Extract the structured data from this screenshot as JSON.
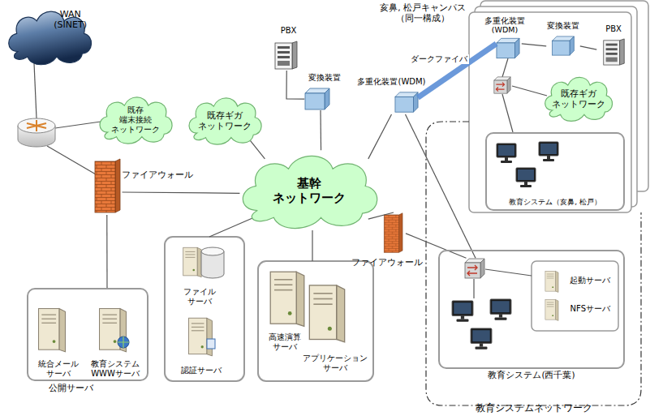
{
  "diagram": {
    "nodes": [
      {
        "text": [
          "WAN (SINET)"
        ]
      },
      {
        "text": [
          "既存 端末接続 ネットワーク"
        ]
      },
      {
        "text": [
          "ファイアウォール"
        ]
      },
      {
        "text": [
          "公開サーバ"
        ]
      },
      {
        "text": [
          "統合メール サーバ"
        ],
        "in": 3
      },
      {
        "text": [
          "教育システム WWWサーバ"
        ],
        "in": 3
      },
      {
        "text": [
          "既存ギガ ネットワーク"
        ]
      },
      {
        "text": [
          "PBX"
        ]
      },
      {
        "text": [
          "変換装置"
        ]
      },
      {
        "text": [
          "基幹 ネットワーク"
        ]
      },
      {
        "text": [
          "多重化装置(WDM)"
        ]
      },
      {
        "text": [
          "教育システムネットワーク"
        ]
      },
      {
        "text": [
          "亥鼻, 松戸キャンパス （同一構成）"
        ]
      },
      {
        "text": [
          "多重化装置 (WDM)"
        ],
        "in": 12
      },
      {
        "text": [
          "変換装置"
        ],
        "in": 12
      },
      {
        "text": [
          "PBX"
        ],
        "in": 12
      },
      {
        "text": [
          "既存ギガ ネットワーク"
        ],
        "in": 12
      },
      {
        "text": [
          "教育システム（亥鼻, 松戸）"
        ],
        "in": 12
      },
      {
        "text": [
          "ファイアウォール"
        ]
      },
      {
        "text": [
          "教育システム(西千葉)"
        ],
        "in": 11
      },
      {
        "text": [
          "起動サーバ"
        ],
        "in": 19
      },
      {
        "text": [
          "NFSサーバ"
        ],
        "in": 19
      },
      {
        "text": [
          "ファイル サーバ"
        ]
      },
      {
        "text": [
          "認証サーバ"
        ]
      },
      {
        "text": [
          "高速演算 サーバ"
        ]
      },
      {
        "text": [
          "アプリケーション サーバ"
        ]
      }
    ],
    "edges": [
      {
        "from": 2,
        "to": 9,
        "arrow": "none"
      },
      {
        "from": 2,
        "to": 3,
        "arrow": "none"
      },
      {
        "from": 6,
        "to": 9,
        "arrow": "none"
      },
      {
        "from": 7,
        "to": 8,
        "arrow": "none"
      },
      {
        "from": 8,
        "to": 9,
        "arrow": "none"
      },
      {
        "from": 10,
        "to": 9,
        "arrow": "none"
      },
      {
        "from": 10,
        "to": 13,
        "label": "ダークファイバ",
        "arrow": "none"
      },
      {
        "from": 13,
        "to": 14,
        "arrow": "none"
      },
      {
        "from": 14,
        "to": 15,
        "arrow": "none"
      },
      {
        "from": 9,
        "to": 18,
        "arrow": "none"
      },
      {
        "from": 18,
        "to": 19,
        "arrow": "none"
      },
      {
        "from": 10,
        "to": 19,
        "arrow": "none"
      }
    ]
  }
}
